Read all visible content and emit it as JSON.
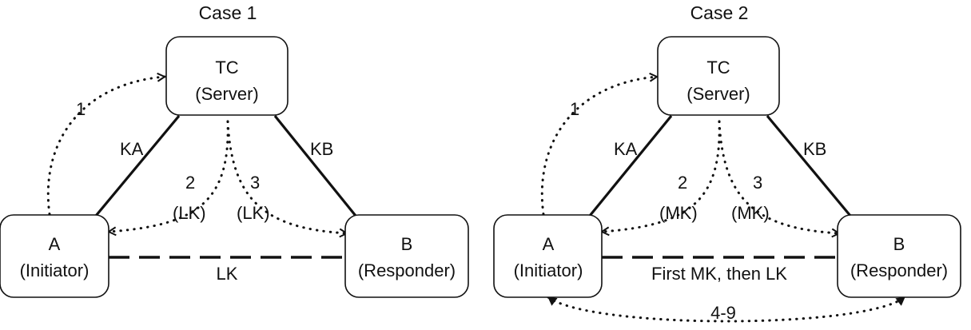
{
  "case1": {
    "title": "Case 1",
    "tc": {
      "line1": "TC",
      "line2": "(Server)"
    },
    "a": {
      "line1": "A",
      "line2": "(Initiator)"
    },
    "b": {
      "line1": "B",
      "line2": "(Responder)"
    },
    "key_a": "KA",
    "key_b": "KB",
    "step1": "1",
    "step2": "2",
    "step2_key": "(LK)",
    "step3": "3",
    "step3_key": "(LK)",
    "ab_link": "LK"
  },
  "case2": {
    "title": "Case 2",
    "tc": {
      "line1": "TC",
      "line2": "(Server)"
    },
    "a": {
      "line1": "A",
      "line2": "(Initiator)"
    },
    "b": {
      "line1": "B",
      "line2": "(Responder)"
    },
    "key_a": "KA",
    "key_b": "KB",
    "step1": "1",
    "step2": "2",
    "step2_key": "(MK)",
    "step3": "3",
    "step3_key": "(MK)",
    "ab_link": "First MK, then LK",
    "ab_steps": "4-9"
  }
}
